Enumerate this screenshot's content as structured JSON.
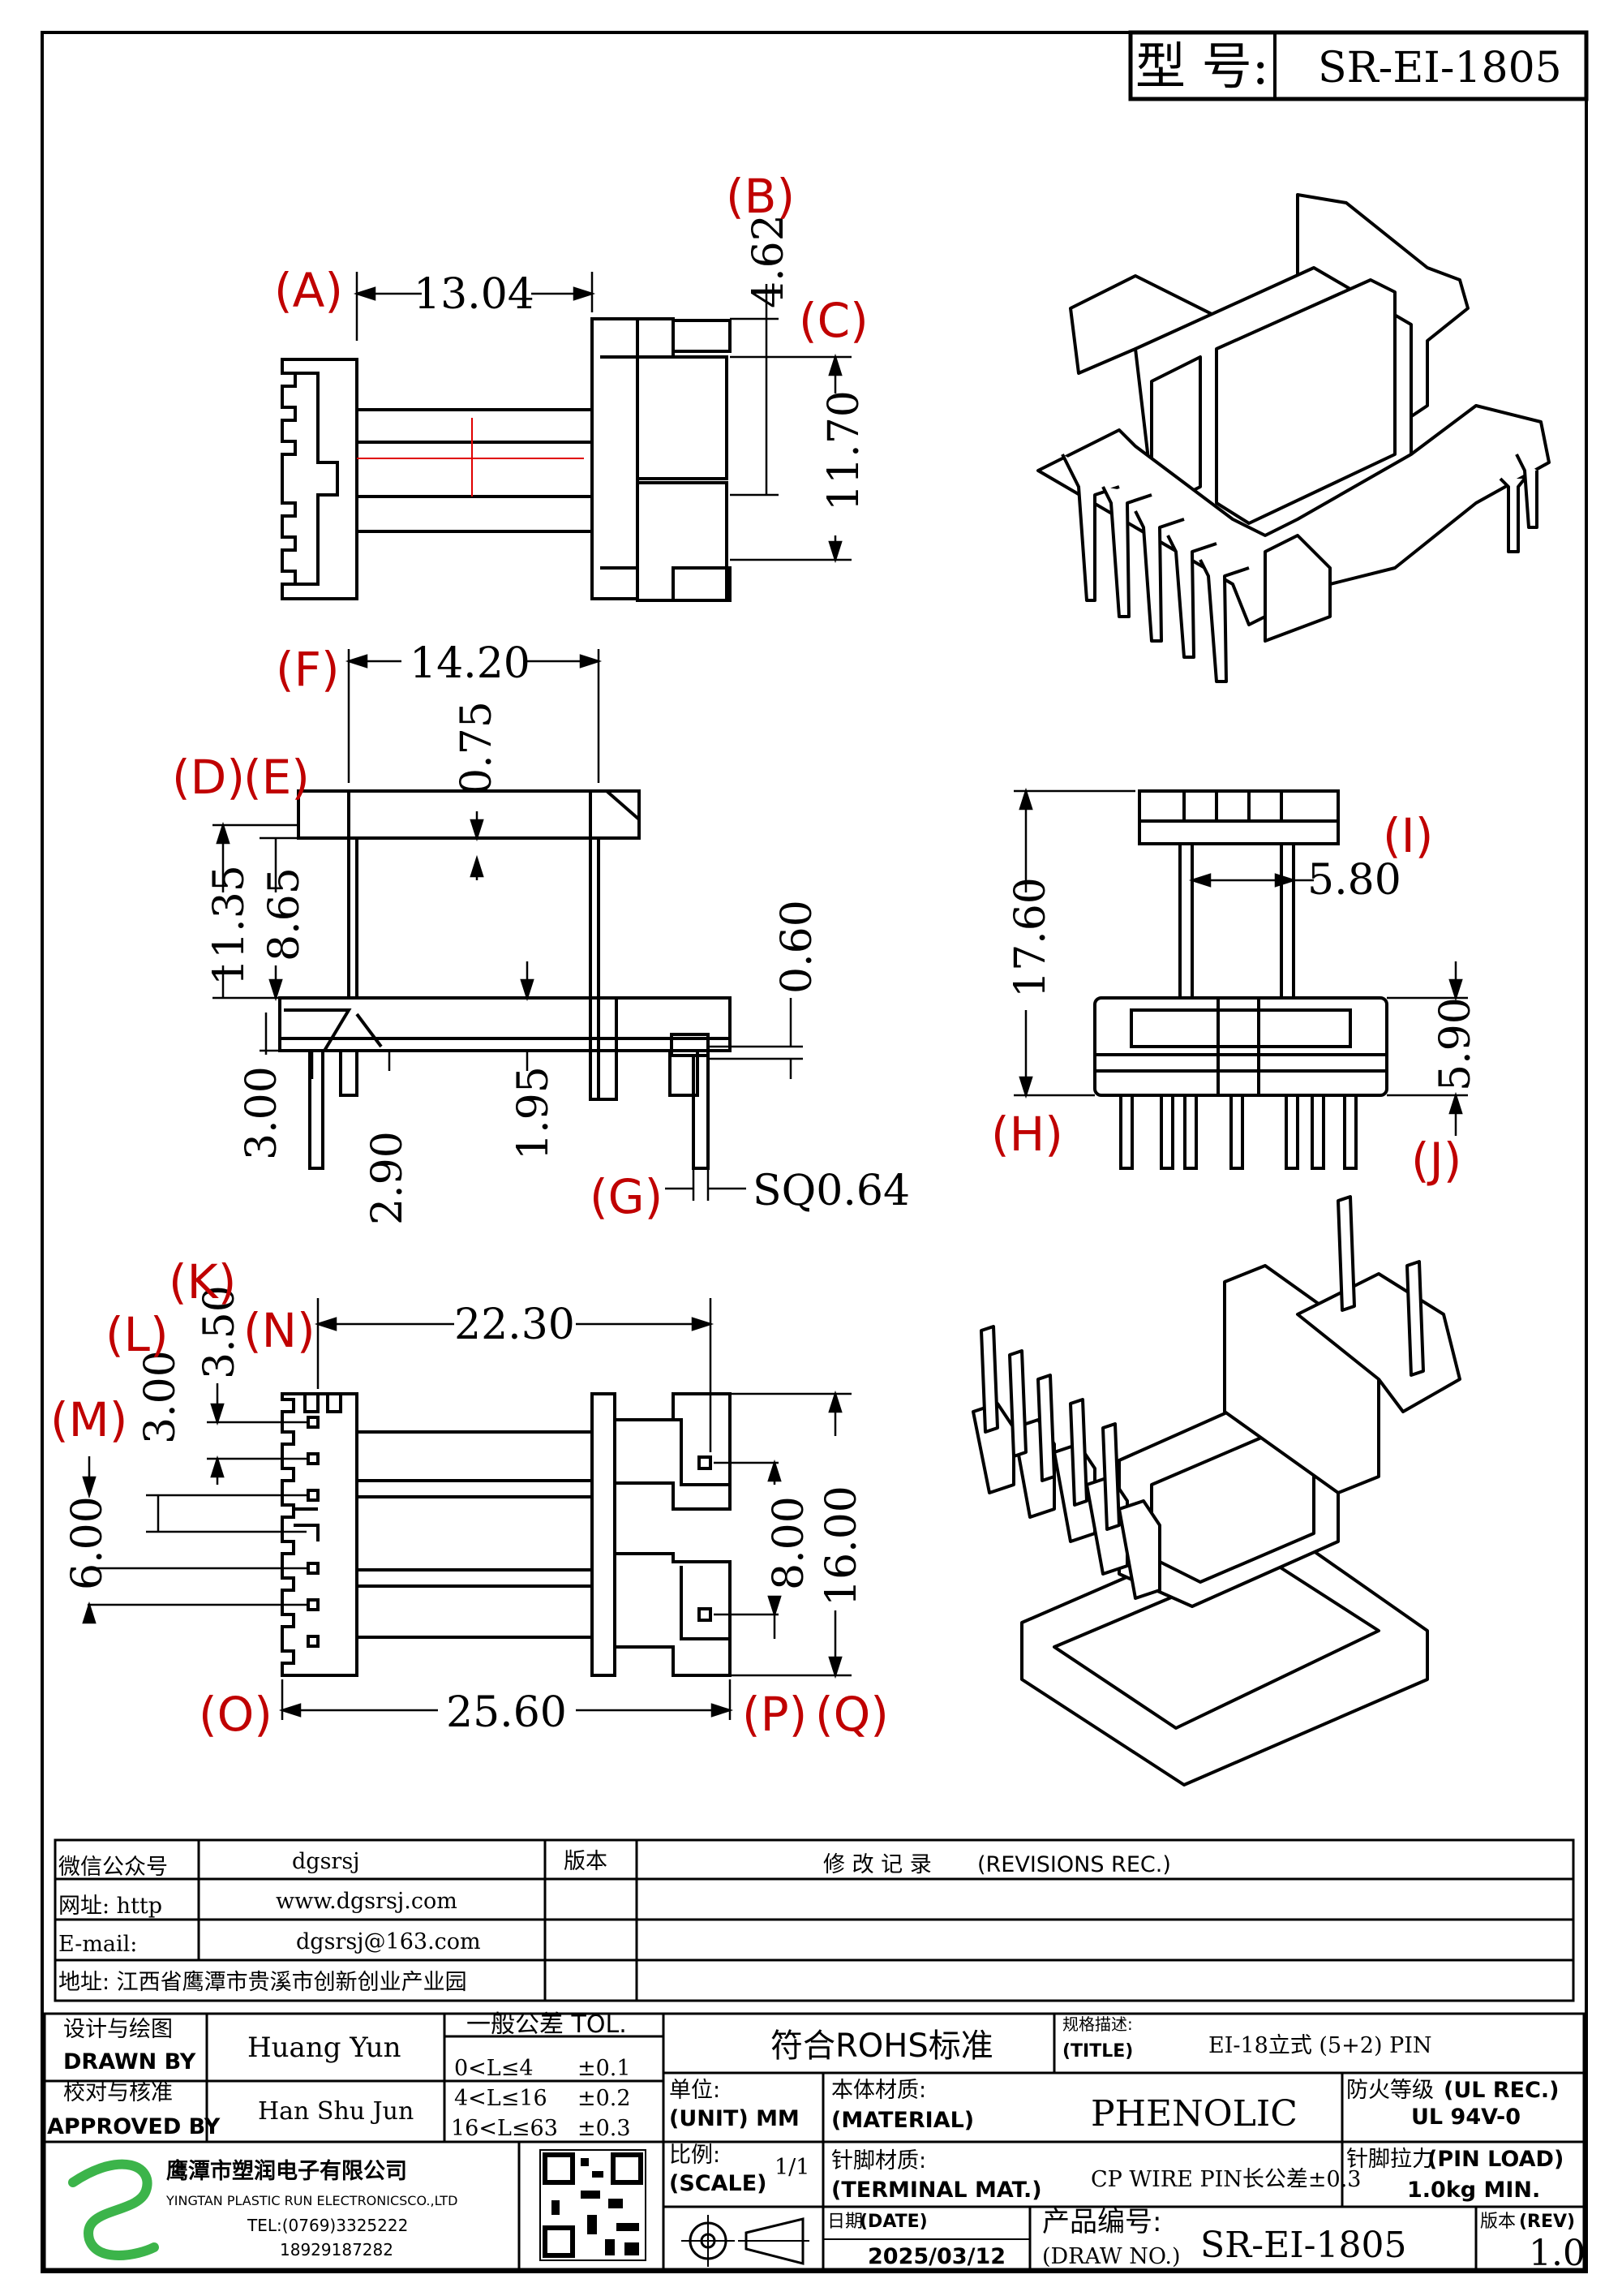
{
  "header": {
    "model_label": "型 号:",
    "model_value": "SR-EI-1805"
  },
  "labels": {
    "A": "A",
    "B": "B",
    "C": "C",
    "D": "D",
    "E": "E",
    "F": "F",
    "G": "G",
    "H": "H",
    "I": "I",
    "J": "J",
    "K": "K",
    "L": "L",
    "M": "M",
    "N": "N",
    "O": "O",
    "P": "P",
    "Q": "Q"
  },
  "dimensions": {
    "top_width": "13.04",
    "top_b": "4.62",
    "top_height": "11.70",
    "side_width": "14.20",
    "side_e": "0.75",
    "side_d": "11.35",
    "side_inner": "8.65",
    "side_pin_thick": "0.60",
    "side_3": "3.00",
    "side_290": "2.90",
    "side_195": "1.95",
    "side_sq": "SQ0.64",
    "front_height": "17.60",
    "front_i": "5.80",
    "front_j": "5.90",
    "bottom_width": "22.30",
    "bottom_k": "3.50",
    "bottom_l": "3.00",
    "bottom_m": "6.00",
    "bottom_p": "8.00",
    "bottom_q": "16.00",
    "bottom_total": "25.60"
  },
  "info": {
    "wechat_label": "微信公众号",
    "wechat_value": "dgsrsj",
    "web_label": "网址: http",
    "web_value": "www.dgsrsj.com",
    "email_label": "E-mail:",
    "email_value": "dgsrsj@163.com",
    "address": "地址: 江西省鹰潭市贵溪市创新创业产业园",
    "version_label": "版本",
    "revisions_label": "修 改 记 录",
    "revisions_en": "(REVISIONS REC.)"
  },
  "title_block": {
    "drawn_cn": "设计与绘图",
    "drawn_en": "DRAWN BY",
    "drawn_name": "Huang Yun",
    "approved_cn": "校对与核准",
    "approved_en": "APPROVED BY",
    "approved_name": "Han Shu Jun",
    "tol_title": "一般公差 TOL.",
    "tol_rows": [
      {
        "range": "0<L≤4",
        "value": "±0.1"
      },
      {
        "range": "4<L≤16",
        "value": "±0.2"
      },
      {
        "range": "16<L≤63",
        "value": "±0.3"
      }
    ],
    "rohs": "符合ROHS标准",
    "spec_cn": "规格描述:",
    "spec_en": "(TITLE)",
    "spec_value": "EI-18立式 (5+2) PIN",
    "unit_cn": "单位:",
    "unit_en": "(UNIT) MM",
    "material_cn": "本体材质:",
    "material_en": "(MATERIAL)",
    "material_value": "PHENOLIC",
    "fire_cn": "防火等级",
    "fire_en": "(UL REC.)",
    "fire_value": "UL 94V-0",
    "scale_cn": "比例:",
    "scale_en": "(SCALE)",
    "scale_value": "1/1",
    "terminal_cn": "针脚材质:",
    "terminal_en": "(TERMINAL MAT.)",
    "terminal_value": "CP WIRE  PIN长公差±0.3",
    "pinload_cn": "针脚拉力",
    "pinload_en": "(PIN LOAD)",
    "pinload_value": "1.0kg MIN.",
    "date_cn": "日期",
    "date_en": "(DATE)",
    "date_value": "2025/03/12",
    "drawno_cn": "产品编号:",
    "drawno_en": "(DRAW NO.)",
    "drawno_value": "SR-EI-1805",
    "rev_cn": "版本",
    "rev_en": "(REV)",
    "rev_value": "1.0",
    "company_cn": "鹰潭市塑润电子有限公司",
    "company_en": "YINGTAN PLASTIC RUN ELECTRONICSCO.,LTD",
    "tel": "TEL:(0769)3325222",
    "mobile": "18929187282"
  },
  "colors": {
    "label_red": "#c00000",
    "centerline_red": "#e00000",
    "logo_green": "#3cb44a"
  }
}
